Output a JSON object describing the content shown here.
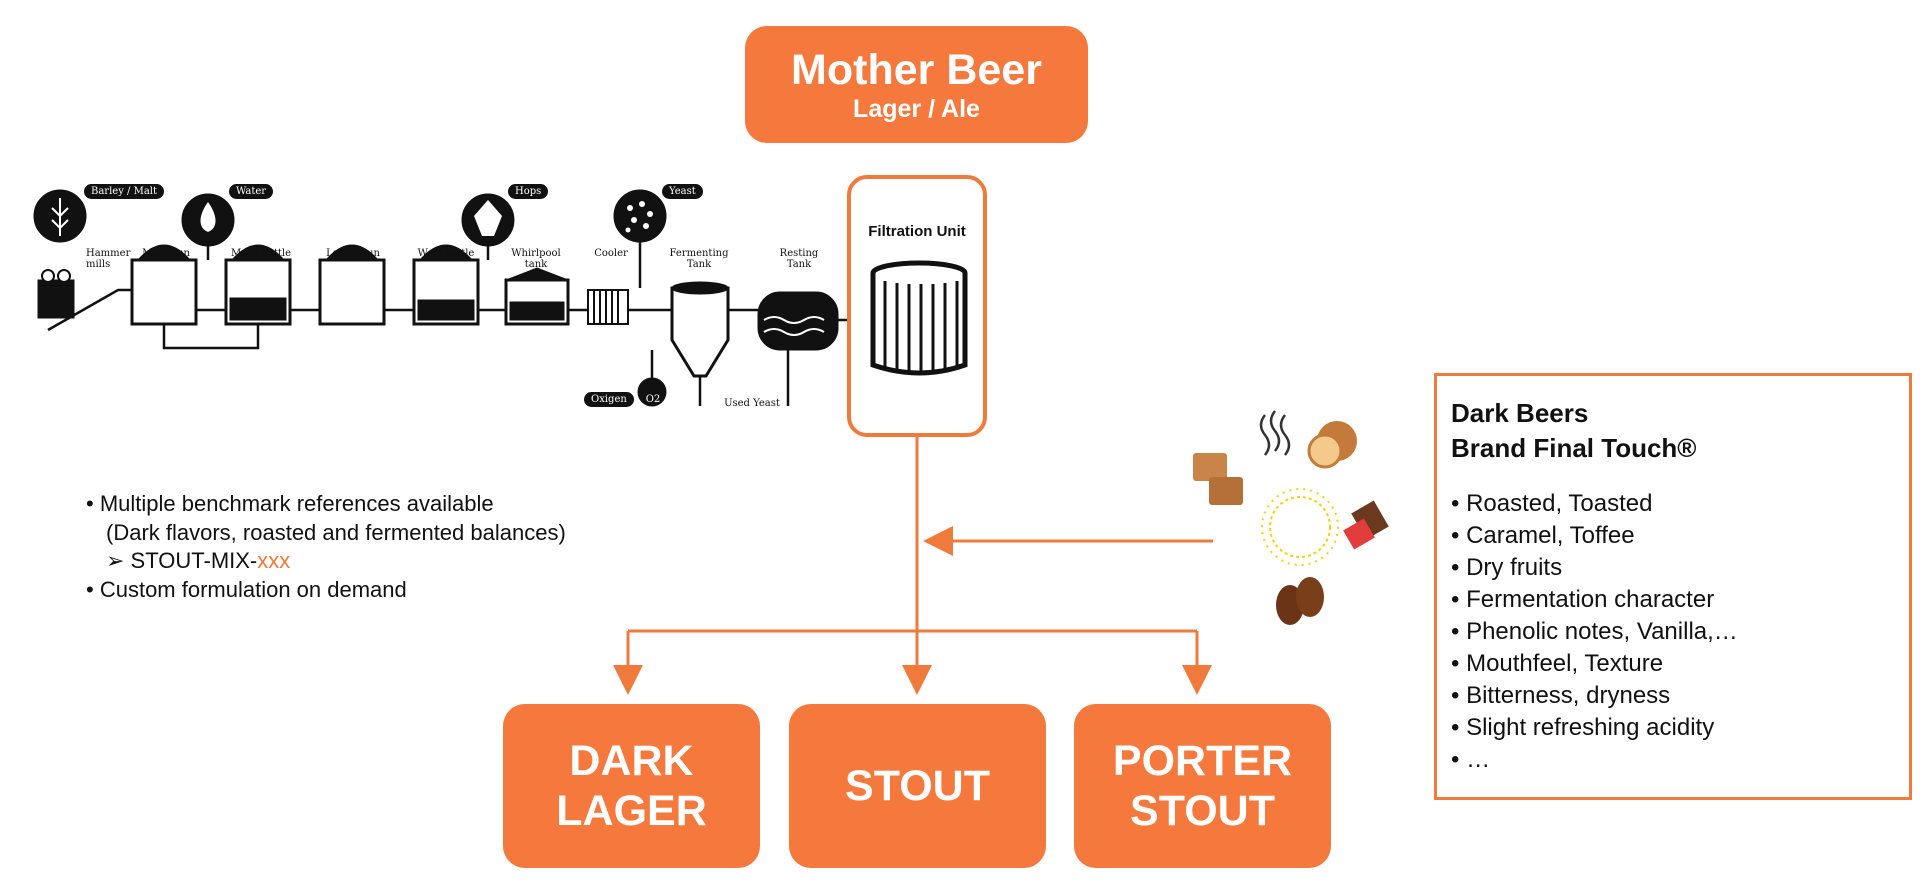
{
  "mother": {
    "title": "Mother Beer",
    "subtitle": "Lager / Ale"
  },
  "filtration": {
    "label": "Filtration Unit"
  },
  "process": {
    "barley": "Barley / Malt",
    "water": "Water",
    "hops": "Hops",
    "yeast": "Yeast",
    "hammer": "Hammer mills",
    "mash_tun": "Mash tun",
    "mash_kettle": "Mash kettle",
    "lauter": "Lauter tun",
    "wort": "Wort kettle",
    "whirlpool": "Whirlpool tank",
    "cooler": "Cooler",
    "fermenting": "Fermenting Tank",
    "resting": "Resting Tank",
    "oxigen": "Oxigen",
    "o2": "O2",
    "used_yeast": "Used Yeast"
  },
  "bullets": {
    "b1": "Multiple benchmark references available",
    "b1b": "(Dark flavors, roasted and fermented balances)",
    "b2_prefix": "STOUT-MIX-",
    "b2_suffix": "xxx",
    "b3": "Custom formulation on demand"
  },
  "touch": {
    "title1": "Dark Beers",
    "title2": "Brand Final Touch®",
    "items": [
      "Roasted, Toasted",
      "Caramel, Toffee",
      "Dry fruits",
      "Fermentation character",
      "Phenolic notes, Vanilla,…",
      "Mouthfeel, Texture",
      "Bitterness, dryness",
      "Slight refreshing acidity",
      "…"
    ]
  },
  "beers": [
    {
      "line1": "DARK",
      "line2": "LAGER"
    },
    {
      "line1": "STOUT",
      "line2": ""
    },
    {
      "line1": "PORTER",
      "line2": "STOUT"
    }
  ],
  "colors": {
    "accent": "#f5783c",
    "line": "#ef7a3b"
  }
}
